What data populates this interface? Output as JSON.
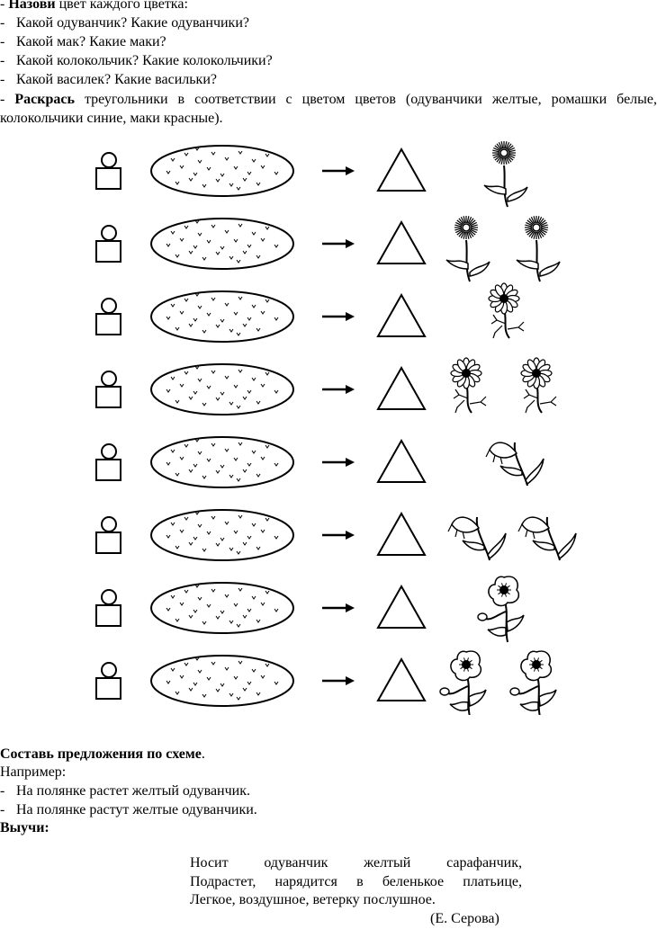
{
  "intro": {
    "dash": "-",
    "bold": "Назови",
    "rest": " цвет каждого цветка:"
  },
  "questions": [
    "Какой одуванчик? Какие одуванчики?",
    "Какой мак? Какие маки?",
    "Какой колокольчик? Какие колокольчики?",
    "Какой василек? Какие васильки?"
  ],
  "bullet": "-",
  "coloring": {
    "dash": "- ",
    "bold": "Раскрась",
    "rest": " треугольники в соответствии с цветом цветов (одуванчики желтые, ромашки белые, колокольчики синие, маки красные)."
  },
  "rows": [
    {
      "flower": "dandelion",
      "count": 1
    },
    {
      "flower": "dandelion",
      "count": 2
    },
    {
      "flower": "daisy",
      "count": 1
    },
    {
      "flower": "daisy",
      "count": 2
    },
    {
      "flower": "bellflower",
      "count": 1
    },
    {
      "flower": "bellflower",
      "count": 2
    },
    {
      "flower": "poppy",
      "count": 1
    },
    {
      "flower": "poppy",
      "count": 2
    }
  ],
  "compose": {
    "bold": "Составь предложения по схеме",
    "rest": "."
  },
  "example_label": "Например:",
  "examples": [
    "На полянке растет желтый одуванчик.",
    "На полянке растут желтые одуванчики."
  ],
  "learn": "Выучи:",
  "poem": [
    "Носит одуванчик желтый сарафанчик,",
    "Подрастет, нарядится в беленькое платьице,",
    "Легкое, воздушное, ветерку послушное."
  ],
  "author": "(Е. Серова)"
}
